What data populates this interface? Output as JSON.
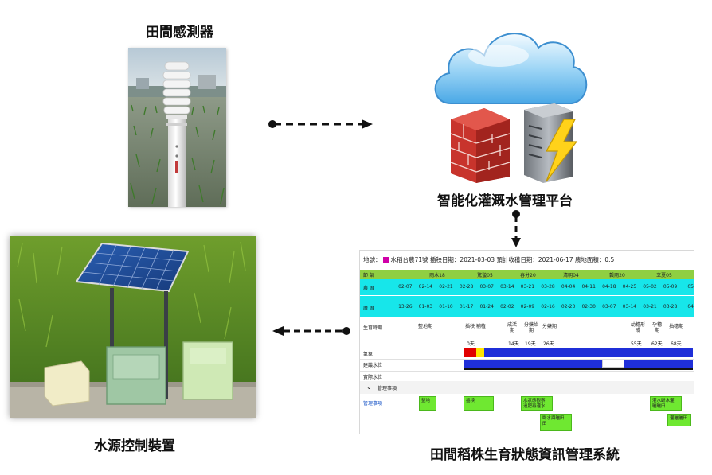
{
  "labels": {
    "sensor": "田間感測器",
    "platform": "智能化灌溉水管理平台",
    "controller": "水源控制裝置",
    "system": "田間稻株生育狀態資訊管理系統"
  },
  "system_screen": {
    "info": {
      "prefix": "地號：",
      "text": "水稻台農71號 插秧日期：2021-03-03 預計收穫日期：2021-06-17 農地面積：0.5"
    },
    "solar_row": {
      "label": "節 氣",
      "terms": [
        "雨水18",
        "驚蟄05",
        "春分20",
        "清明04",
        "穀雨20",
        "立夏05"
      ]
    },
    "lunar_row": {
      "label": "農 曆",
      "dates": [
        "02-07",
        "02-14",
        "02-21",
        "02-28",
        "03-07",
        "03-14",
        "03-21",
        "03-28",
        "04-04",
        "04-11",
        "04-18",
        "04-25",
        "05-02",
        "05-09",
        "05"
      ]
    },
    "calendar_row": {
      "label": "曆 曆",
      "dates": [
        "13-26",
        "01-03",
        "01-10",
        "01-17",
        "01-24",
        "02-02",
        "02-09",
        "02-16",
        "02-23",
        "02-30",
        "03-07",
        "03-14",
        "03-21",
        "03-28",
        "04"
      ]
    },
    "growth_row": {
      "label": "生育時期",
      "stages": [
        "整地期",
        "插秧 補植",
        "成活 期",
        "分蘗始 期",
        "分蘗期",
        "幼穗形 成",
        "孕穗 期",
        "抽穗期"
      ],
      "days": [
        "0天",
        "14天",
        "19天",
        "26天",
        "55天",
        "62天",
        "68天"
      ]
    },
    "weather_label": "氣象",
    "water_label": "建議水位",
    "actual_label": "實際水位",
    "mgmt_header": "管理事項",
    "mgmt_label": "管理事項",
    "mgmt_items": [
      "整地",
      "插秧",
      "水狀態觀察 追肥再灌水",
      "斷水與曬田 田",
      "灌水斷水灌 曬曬田",
      "灌曬曬田"
    ],
    "colors": {
      "weather_red": "#e10000",
      "weather_yellow": "#ffe400",
      "weather_blue": "#1f2fd8",
      "mgmt_green": "#6fe831"
    },
    "icons": [
      "flag-icon",
      "chevron-down-icon"
    ]
  }
}
